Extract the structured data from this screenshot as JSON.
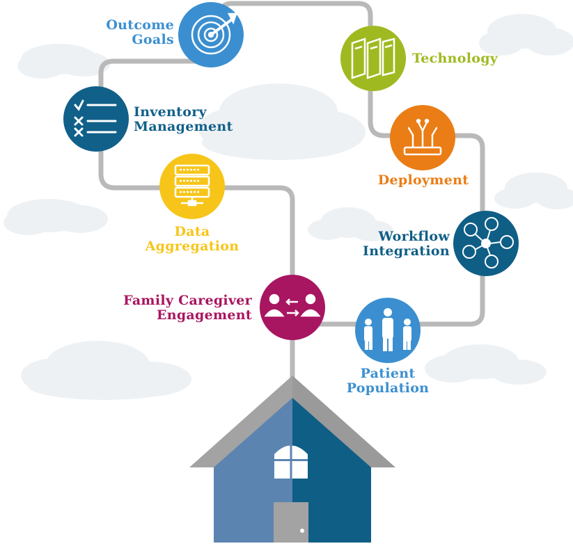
{
  "colors": {
    "path": "#b9b9b9",
    "cloud": "#eef1f4",
    "house_left": "#5b84b1",
    "house_right": "#0f5e86",
    "roof": "#8d8d8d"
  },
  "nodes": [
    {
      "id": "outcome-goals",
      "lines": [
        "Outcome",
        "Goals"
      ],
      "color": "#3b8fd0",
      "icon": "target-icon"
    },
    {
      "id": "inventory-management",
      "lines": [
        "Inventory",
        "Management"
      ],
      "color": "#11608a",
      "icon": "checklist-icon"
    },
    {
      "id": "data-aggregation",
      "lines": [
        "Data",
        "Aggregation"
      ],
      "color": "#f7c519",
      "icon": "server-stack-icon"
    },
    {
      "id": "family-caregiver-engagement",
      "lines": [
        "Family Caregiver",
        "Engagement"
      ],
      "color": "#a81560",
      "icon": "people-exchange-icon"
    },
    {
      "id": "technology",
      "lines": [
        "Technology"
      ],
      "color": "#9fba21",
      "icon": "servers-icon"
    },
    {
      "id": "deployment",
      "lines": [
        "Deployment"
      ],
      "color": "#ea7d15",
      "icon": "deploy-tree-icon"
    },
    {
      "id": "workflow-integration",
      "lines": [
        "Workflow",
        "Integration"
      ],
      "color": "#0f5e86",
      "icon": "workflow-cycle-icon"
    },
    {
      "id": "patient-population",
      "lines": [
        "Patient",
        "Population"
      ],
      "color": "#3b8fd0",
      "icon": "population-icon"
    }
  ]
}
